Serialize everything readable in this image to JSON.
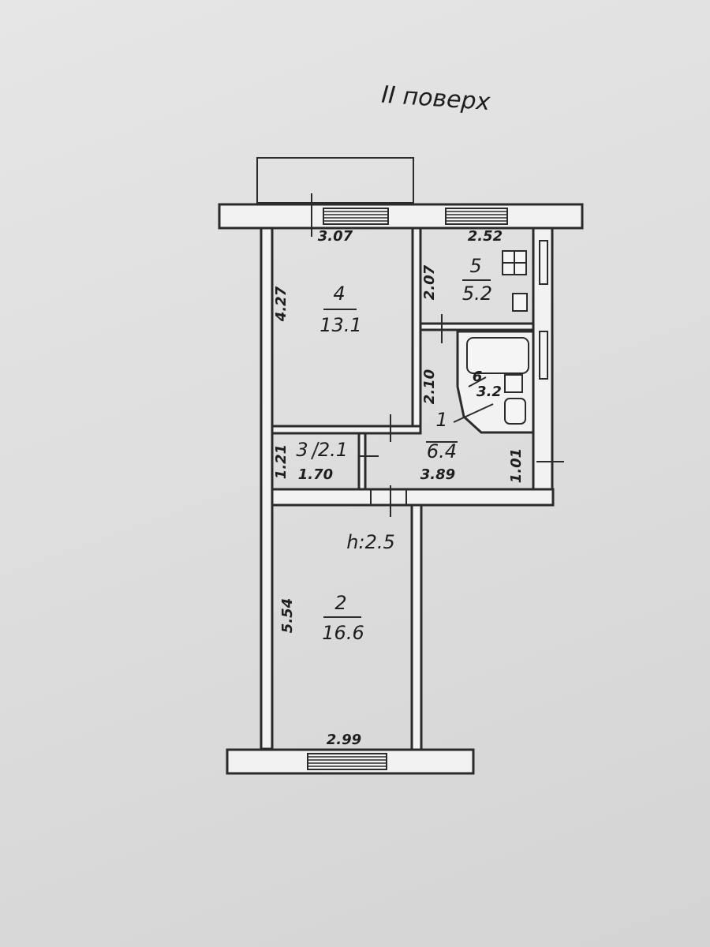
{
  "plan": {
    "floor_label": "II поверх",
    "height_label": "h:2.5"
  },
  "rooms": {
    "room_4": {
      "number": "4",
      "area": "13.1",
      "width": "3.07",
      "depth": "4.27"
    },
    "room_5": {
      "number": "5",
      "area": "5.2",
      "width": "2.52",
      "depth": "2.07"
    },
    "room_6": {
      "number": "6",
      "area": "3.2",
      "depth": "2.10"
    },
    "room_1": {
      "number": "1",
      "area": "6.4",
      "width": "3.89",
      "depth": "1.01"
    },
    "room_3": {
      "number": "3",
      "area": "2.1",
      "width": "1.70",
      "depth": "1.21"
    },
    "room_2": {
      "number": "2",
      "area": "16.6",
      "width": "2.99",
      "depth": "5.54"
    }
  }
}
